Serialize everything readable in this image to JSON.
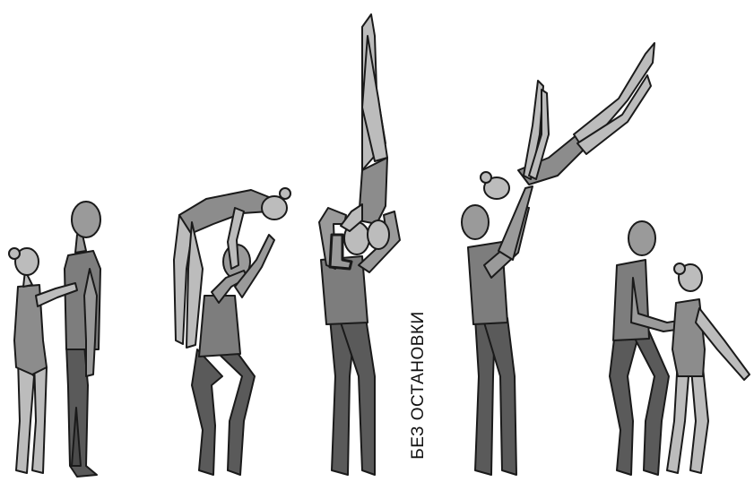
{
  "caption": "БЕЗ ОСТАНОВКИ",
  "colors": {
    "background": "#ffffff",
    "outline": "#1a1a1a",
    "woman_skin": "#bcbcbc",
    "woman_suit": "#8c8c8c",
    "man_skin": "#9a9a9a",
    "man_shirt": "#7d7d7d",
    "man_pants": "#5a5a5a"
  },
  "frames": [
    {
      "id": 1,
      "description_icon": "pair-standing-icon"
    },
    {
      "id": 2,
      "description_icon": "backbend-over-shoulders-icon"
    },
    {
      "id": 3,
      "description_icon": "inverted-handstand-icon"
    },
    {
      "id": 4,
      "description_icon": "overhead-toss-icon"
    },
    {
      "id": 5,
      "description_icon": "landing-pair-icon"
    }
  ]
}
